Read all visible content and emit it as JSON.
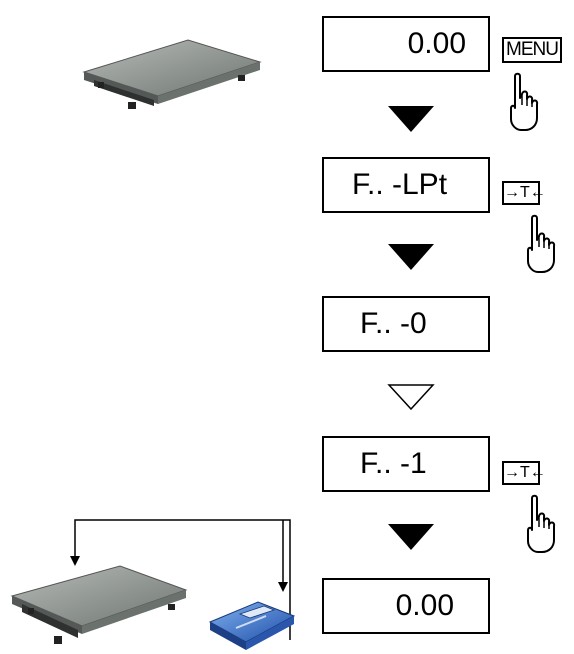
{
  "displays": [
    {
      "id": "start",
      "text": "0.00"
    },
    {
      "id": "lpt",
      "text": "F.. -LPt"
    },
    {
      "id": "opt0",
      "text": "F.. -0"
    },
    {
      "id": "opt1",
      "text": "F.. -1"
    },
    {
      "id": "end",
      "text": "0.00"
    }
  ],
  "keys": {
    "menu_label": "MENU",
    "tare_label": "→T←"
  },
  "icons": {
    "hand": "pointing-hand-icon",
    "arrow_filled": "arrow-down-filled-icon",
    "arrow_outline": "arrow-down-outline-icon",
    "scale": "weighing-platform-icon",
    "printer": "printer-icon"
  },
  "colors": {
    "platform_top": "#8a8f8b",
    "platform_side": "#5b605d",
    "printer": "#3a6fc4"
  }
}
